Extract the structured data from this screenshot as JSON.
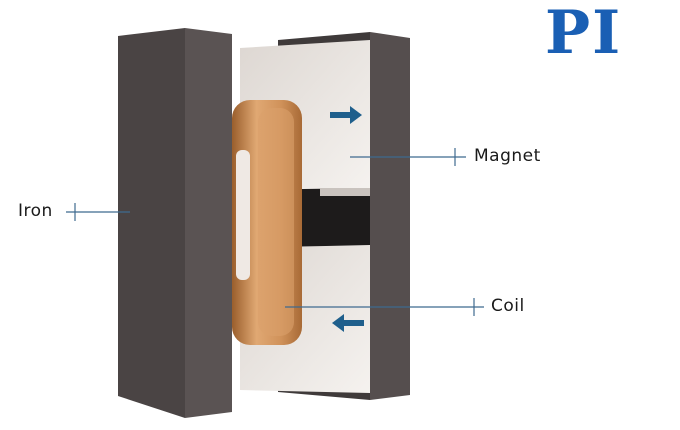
{
  "logo": {
    "text": "PI",
    "color": "#1a5fb4"
  },
  "labels": {
    "iron": "Iron",
    "magnet": "Magnet",
    "coil": "Coil"
  },
  "colors": {
    "iron": "#4a4444",
    "magnet": "#eeeae6",
    "coil": "#c98a52",
    "arrow": "#1f5f8c",
    "leader": "#3f6a8f"
  }
}
